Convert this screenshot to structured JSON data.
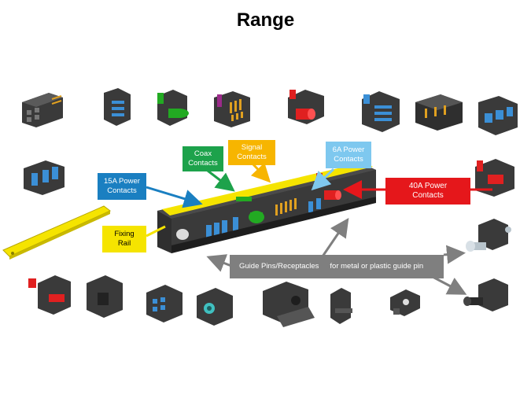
{
  "title": "Range",
  "colors": {
    "part_dark": "#3a3a3a",
    "part_mid": "#555555",
    "part_light": "#7a7a7a",
    "blue_contact": "#3b8fd6",
    "red_pin": "#e02020",
    "green_pin": "#22aa22",
    "gold_pin": "#e0a020",
    "rail_yellow": "#f5e400",
    "arrow_gray": "#7f7f7f"
  },
  "callouts": {
    "power15": {
      "lines": [
        "15A Power",
        "Contacts"
      ],
      "bg": "#1a7fc1",
      "fg": "#ffffff"
    },
    "coax": {
      "lines": [
        "Coax",
        "Contacts"
      ],
      "bg": "#1da24b",
      "fg": "#ffffff"
    },
    "signal": {
      "lines": [
        "Signal",
        "Contacts"
      ],
      "bg": "#f7b500",
      "fg": "#ffffff"
    },
    "power6": {
      "lines": [
        "6A Power",
        "Contacts"
      ],
      "bg": "#7ec8ef",
      "fg": "#ffffff"
    },
    "power40": {
      "lines": [
        "40A Power",
        "Contacts"
      ],
      "bg": "#e5171b",
      "fg": "#ffffff"
    },
    "rail": {
      "lines": [
        "Fixing",
        "Rail"
      ],
      "bg": "#f5e400",
      "fg": "#000000"
    },
    "guide": {
      "text": "Guide Pins/Receptacles",
      "note": "for metal or plastic guide pin",
      "bg": "#7f7f7f",
      "fg": "#ffffff"
    }
  }
}
